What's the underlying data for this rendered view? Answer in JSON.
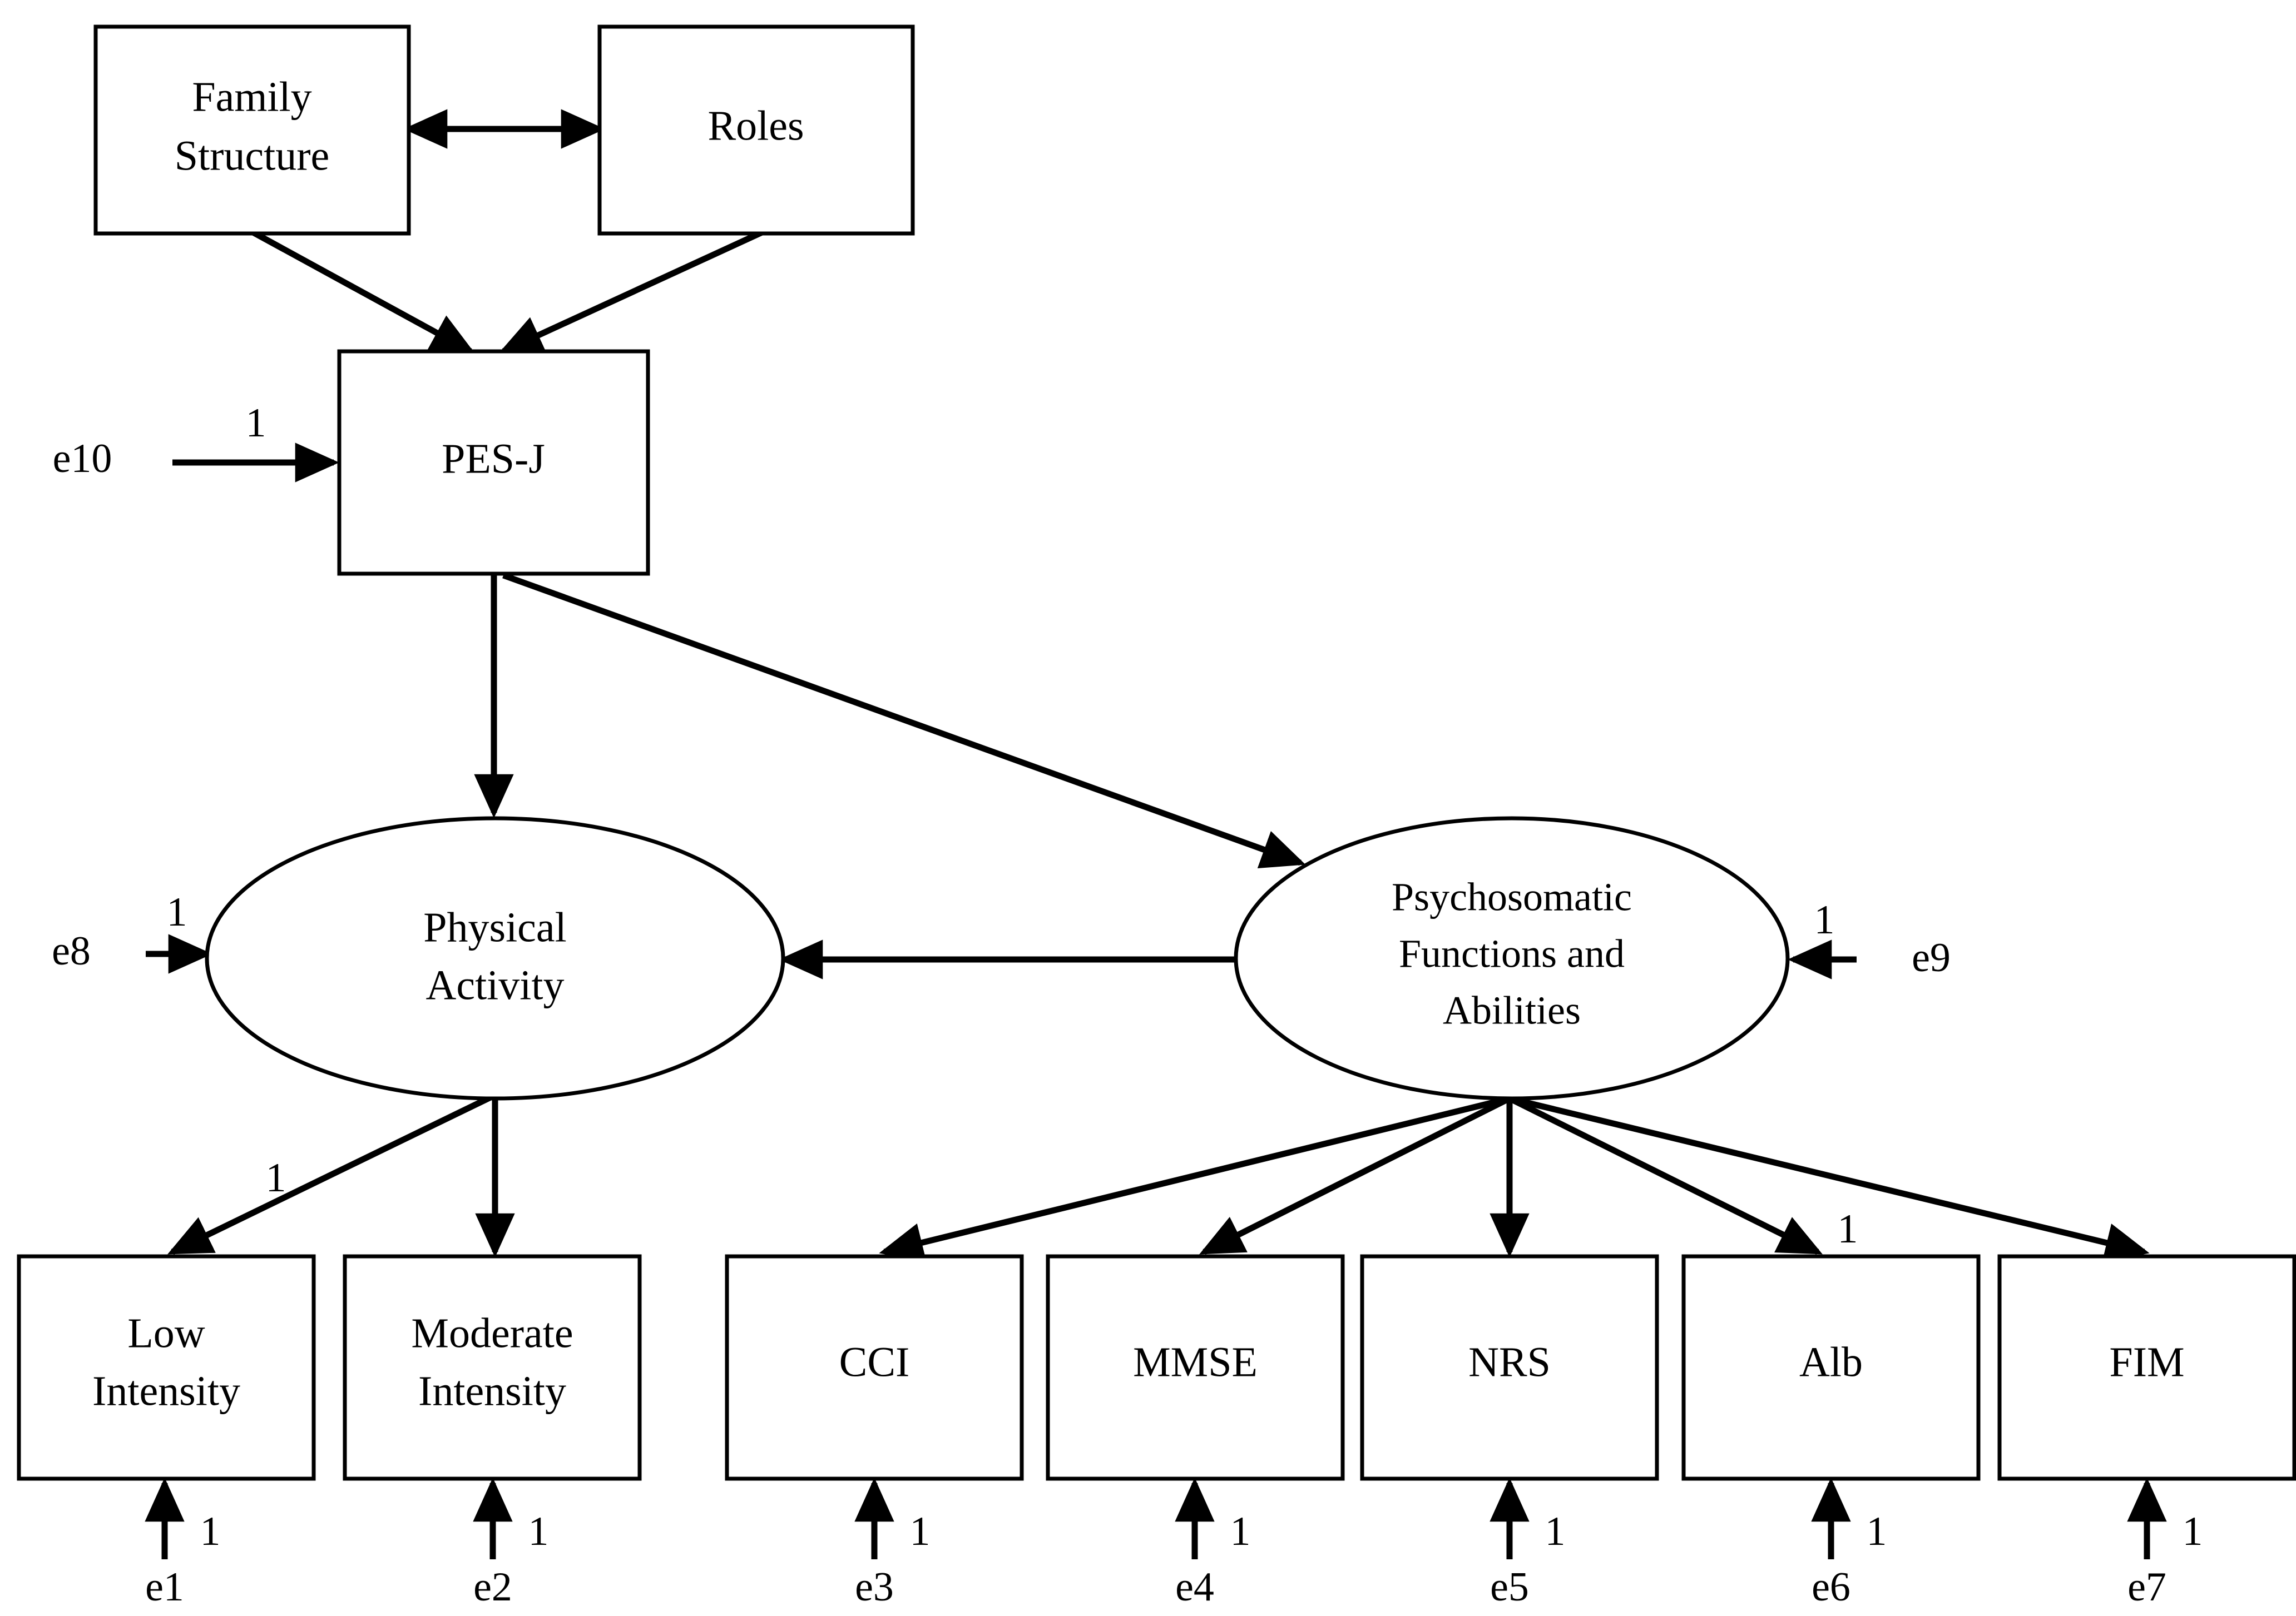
{
  "diagram": {
    "title": "Structural equation model path diagram",
    "type": "sem-path-diagram",
    "stroke_color": "#000000",
    "fill_color": "#ffffff",
    "background": "#ffffff"
  },
  "observed_boxes": {
    "family_structure": "Family\nStructure",
    "family_structure_line1": "Family",
    "family_structure_line2": "Structure",
    "roles": "Roles",
    "pesj": "PES-J",
    "low_intensity_line1": "Low",
    "low_intensity_line2": "Intensity",
    "moderate_intensity_line1": "Moderate",
    "moderate_intensity_line2": "Intensity",
    "cci": "CCI",
    "mmse": "MMSE",
    "nrs": "NRS",
    "alb": "Alb",
    "fim": "FIM"
  },
  "latent_ellipses": {
    "physical_activity_line1": "Physical",
    "physical_activity_line2": "Activity",
    "psychosomatic_line1": "Psychosomatic",
    "psychosomatic_line2": "Functions and",
    "psychosomatic_line3": "Abilities"
  },
  "error_terms": {
    "e1": "e1",
    "e2": "e2",
    "e3": "e3",
    "e4": "e4",
    "e5": "e5",
    "e6": "e6",
    "e7": "e7",
    "e8": "e8",
    "e9": "e9",
    "e10": "e10"
  },
  "coefficients": {
    "e10_to_pesj": "1",
    "e8_to_physical_activity": "1",
    "e9_to_psychosomatic": "1",
    "physical_activity_to_low_intensity": "1",
    "psychosomatic_to_fim": "1",
    "e1_to_low_intensity": "1",
    "e2_to_moderate_intensity": "1",
    "e3_to_cci": "1",
    "e4_to_mmse": "1",
    "e5_to_nrs": "1",
    "e6_to_alb": "1",
    "e7_to_fim": "1"
  },
  "edges": [
    {
      "name": "family-structure-roles-covariance",
      "from": "Family Structure",
      "to": "Roles",
      "style": "double-headed"
    },
    {
      "name": "family-structure-to-pesj",
      "from": "Family Structure",
      "to": "PES-J",
      "style": "single-headed"
    },
    {
      "name": "roles-to-pesj",
      "from": "Roles",
      "to": "PES-J",
      "style": "single-headed"
    },
    {
      "name": "e10-to-pesj",
      "from": "e10",
      "to": "PES-J",
      "style": "single-headed",
      "label": "1"
    },
    {
      "name": "pesj-to-physical-activity",
      "from": "PES-J",
      "to": "Physical Activity",
      "style": "single-headed"
    },
    {
      "name": "pesj-to-psychosomatic",
      "from": "PES-J",
      "to": "Psychosomatic Functions and Abilities",
      "style": "single-headed"
    },
    {
      "name": "psychosomatic-to-physical-activity",
      "from": "Psychosomatic Functions and Abilities",
      "to": "Physical Activity",
      "style": "single-headed"
    },
    {
      "name": "e8-to-physical-activity",
      "from": "e8",
      "to": "Physical Activity",
      "style": "single-headed",
      "label": "1"
    },
    {
      "name": "e9-to-psychosomatic",
      "from": "e9",
      "to": "Psychosomatic Functions and Abilities",
      "style": "single-headed",
      "label": "1"
    },
    {
      "name": "physical-activity-to-low-intensity",
      "from": "Physical Activity",
      "to": "Low Intensity",
      "style": "single-headed",
      "label": "1"
    },
    {
      "name": "physical-activity-to-moderate-intensity",
      "from": "Physical Activity",
      "to": "Moderate Intensity",
      "style": "single-headed"
    },
    {
      "name": "psychosomatic-to-cci",
      "from": "Psychosomatic Functions and Abilities",
      "to": "CCI",
      "style": "single-headed"
    },
    {
      "name": "psychosomatic-to-mmse",
      "from": "Psychosomatic Functions and Abilities",
      "to": "MMSE",
      "style": "single-headed"
    },
    {
      "name": "psychosomatic-to-nrs",
      "from": "Psychosomatic Functions and Abilities",
      "to": "NRS",
      "style": "single-headed"
    },
    {
      "name": "psychosomatic-to-alb",
      "from": "Psychosomatic Functions and Abilities",
      "to": "Alb",
      "style": "single-headed"
    },
    {
      "name": "psychosomatic-to-fim",
      "from": "Psychosomatic Functions and Abilities",
      "to": "FIM",
      "style": "single-headed",
      "label": "1"
    },
    {
      "name": "e1-to-low-intensity",
      "from": "e1",
      "to": "Low Intensity",
      "style": "single-headed",
      "label": "1"
    },
    {
      "name": "e2-to-moderate-intensity",
      "from": "e2",
      "to": "Moderate Intensity",
      "style": "single-headed",
      "label": "1"
    },
    {
      "name": "e3-to-cci",
      "from": "e3",
      "to": "CCI",
      "style": "single-headed",
      "label": "1"
    },
    {
      "name": "e4-to-mmse",
      "from": "e4",
      "to": "MMSE",
      "style": "single-headed",
      "label": "1"
    },
    {
      "name": "e5-to-nrs",
      "from": "e5",
      "to": "NRS",
      "style": "single-headed",
      "label": "1"
    },
    {
      "name": "e6-to-alb",
      "from": "e6",
      "to": "Alb",
      "style": "single-headed",
      "label": "1"
    },
    {
      "name": "e7-to-fim",
      "from": "e7",
      "to": "FIM",
      "style": "single-headed",
      "label": "1"
    }
  ]
}
